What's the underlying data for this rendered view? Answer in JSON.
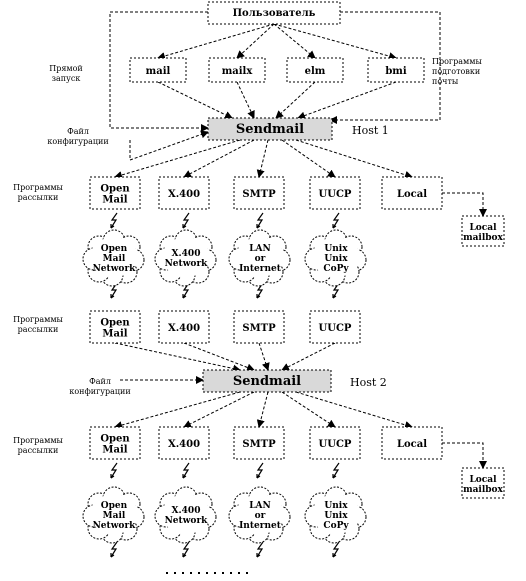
{
  "top_node": "Пользователь",
  "user_agents": [
    "mail",
    "mailx",
    "elm",
    "bmi"
  ],
  "side_labels": {
    "direct_launch": [
      "Прямой",
      "запуск"
    ],
    "user_programs": [
      "Программы",
      "подготовки",
      "почты"
    ],
    "config_file_1": [
      "Файл",
      "конфигурации"
    ],
    "config_file_2": [
      "Файл",
      "конфигурации"
    ],
    "delivery_1": [
      "Программы",
      "рассылки"
    ],
    "delivery_2": [
      "Программы",
      "рассылки"
    ],
    "delivery_3": [
      "Программы",
      "рассылки"
    ]
  },
  "sendmail_1": "Sendmail",
  "sendmail_2": "Sendmail",
  "host_1": "Host 1",
  "host_2": "Host 2",
  "delivery_row_1": [
    [
      "Open",
      "Mail"
    ],
    [
      "X.400"
    ],
    [
      "SMTP"
    ],
    [
      "UUCP"
    ],
    [
      "Local"
    ]
  ],
  "receive_row": [
    [
      "Open",
      "Mail"
    ],
    [
      "X.400"
    ],
    [
      "SMTP"
    ],
    [
      "UUCP"
    ]
  ],
  "delivery_row_2": [
    [
      "Open",
      "Mail"
    ],
    [
      "X.400"
    ],
    [
      "SMTP"
    ],
    [
      "UUCP"
    ],
    [
      "Local"
    ]
  ],
  "networks_1": [
    [
      "Open",
      "Mail",
      "Network"
    ],
    [
      "X.400",
      "Network"
    ],
    [
      "LAN",
      "or",
      "Internet"
    ],
    [
      "Unix",
      "Unix",
      "CoPy"
    ]
  ],
  "networks_2": [
    [
      "Open",
      "Mail",
      "Network"
    ],
    [
      "X.400",
      "Network"
    ],
    [
      "LAN",
      "or",
      "Internet"
    ],
    [
      "Unix",
      "Unix",
      "CoPy"
    ]
  ],
  "local_mailbox_1": [
    "Local",
    "mailbox"
  ],
  "local_mailbox_2": [
    "Local",
    "mailbox"
  ]
}
